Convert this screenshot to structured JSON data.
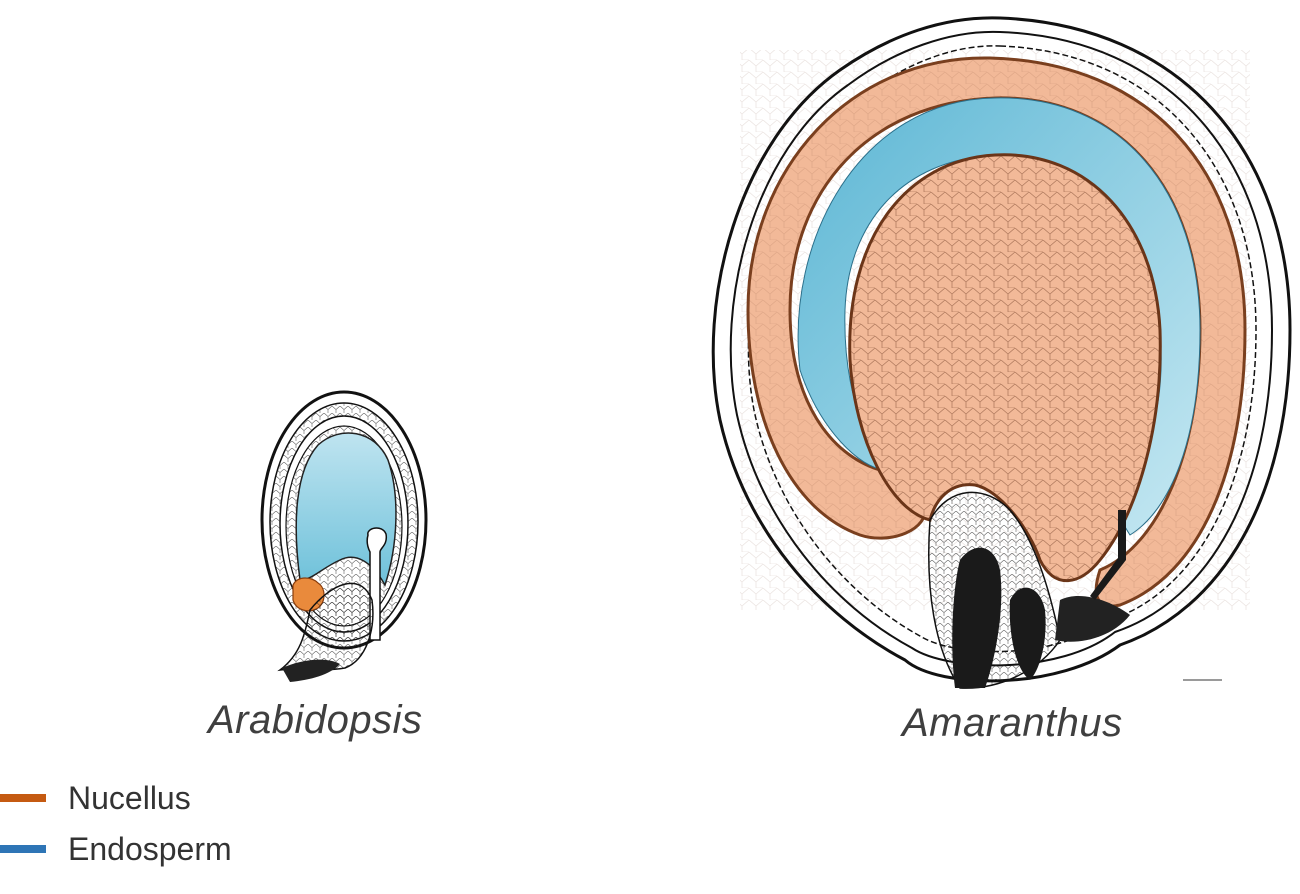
{
  "labels": {
    "arabidopsis": "Arabidopsis",
    "amaranthus": "Amaranthus"
  },
  "legend": [
    {
      "label": "Nucellus",
      "color": "#c55a11"
    },
    {
      "label": "Endosperm",
      "color": "#2e75b6"
    }
  ],
  "colors": {
    "nucellus_fill": "#f2b998",
    "nucellus_arab": "#e98a3c",
    "endosperm_fill": "#7cc6dd",
    "endosperm_light": "#c6e8f2",
    "ink": "#1a1a1a",
    "scale_bar": "#9a9a9a"
  }
}
